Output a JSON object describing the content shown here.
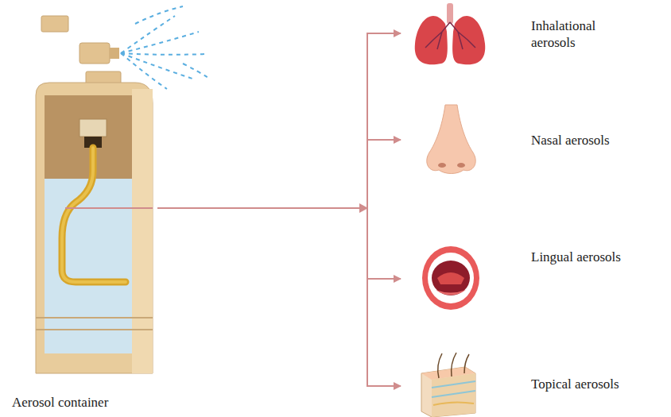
{
  "diagram": {
    "nodes": [
      {
        "text": [
          "Aerosol container"
        ]
      },
      {
        "text": [
          "Inhalational aerosols"
        ]
      },
      {
        "text": [
          "Nasal aerosols"
        ]
      },
      {
        "text": [
          "Lingual aerosols"
        ]
      },
      {
        "text": [
          "Topical aerosols"
        ]
      }
    ],
    "edges": [
      {
        "from": 0,
        "to": 1,
        "arrow": "to"
      },
      {
        "from": 0,
        "to": 2,
        "arrow": "to"
      },
      {
        "from": 0,
        "to": 3,
        "arrow": "to"
      },
      {
        "from": 0,
        "to": 4,
        "arrow": "to"
      }
    ]
  }
}
